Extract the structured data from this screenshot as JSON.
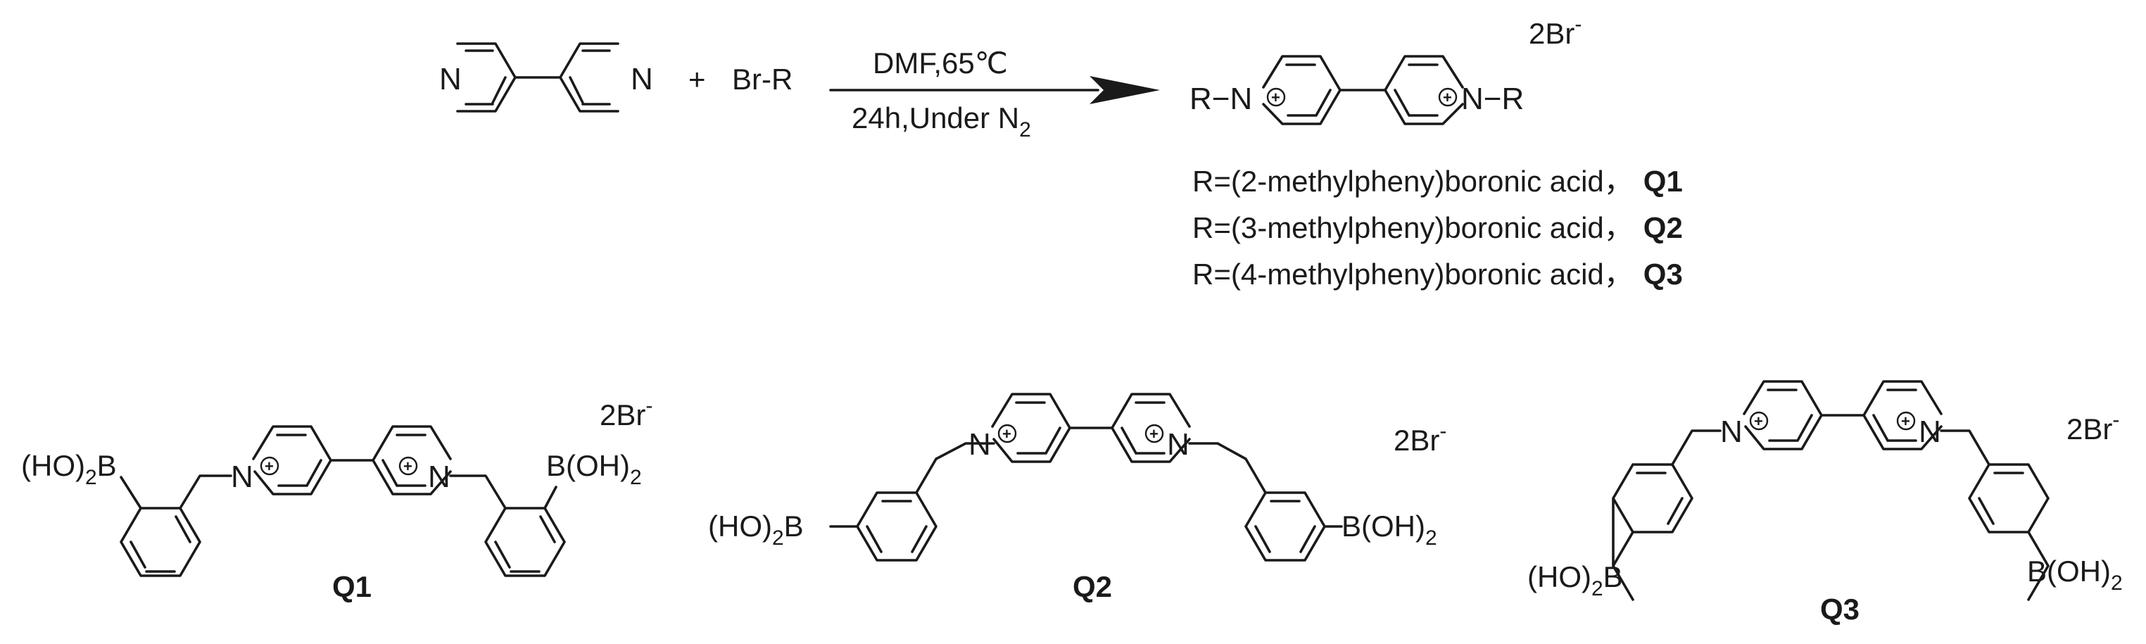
{
  "reaction": {
    "plus_sign": "+",
    "reactant_atom": "N",
    "reagent": "Br-R",
    "condition_top": "DMF,65℃",
    "condition_bottom": "24h,Under N",
    "condition_bottom_subscript": "2",
    "product_substituent": "R",
    "product_atom_left": "R−N",
    "product_atom_right": "N−R",
    "counterion": "2Br",
    "counterion_charge": "-",
    "charge_symbol": "+"
  },
  "r_groups": [
    {
      "text": "R=(2-methylpheny)boronic acid，",
      "label": "Q1"
    },
    {
      "text": "R=(3-methylpheny)boronic acid，",
      "label": "Q2"
    },
    {
      "text": "R=(4-methylpheny)boronic acid，",
      "label": "Q3"
    }
  ],
  "compounds": [
    {
      "label": "Q1",
      "counterion": "2Br",
      "charge": "-",
      "ba_left": "(HO)",
      "ba_left_sub": "2",
      "ba_left_b": "B",
      "ba_right": "B(OH)",
      "ba_right_sub": "2",
      "n_atom": "N"
    },
    {
      "label": "Q2",
      "counterion": "2Br",
      "charge": "-",
      "ba_left": "(HO)",
      "ba_left_sub": "2",
      "ba_left_b": "B",
      "ba_right": "B(OH)",
      "ba_right_sub": "2",
      "n_atom": "N"
    },
    {
      "label": "Q3",
      "counterion": "2Br",
      "charge": "-",
      "ba_left": "(HO)",
      "ba_left_sub": "2",
      "ba_left_b": "B",
      "ba_right": "B(OH)",
      "ba_right_sub": "2",
      "n_atom": "N"
    }
  ]
}
